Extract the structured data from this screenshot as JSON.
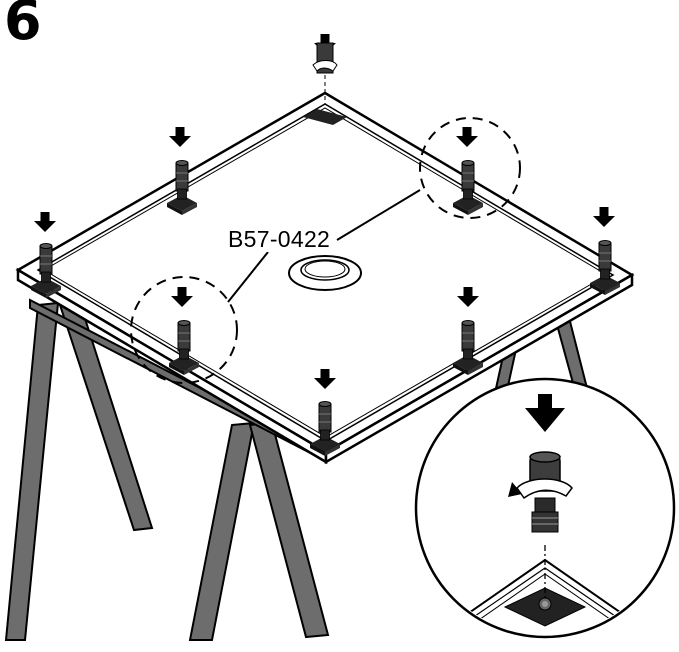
{
  "step": {
    "number": "6"
  },
  "callout": {
    "part_code": "B57-0422"
  },
  "colors": {
    "ink": "#000000",
    "frame_fill": "#ffffff",
    "leg_fill": "#6d6d6d",
    "foot_fill": "#2b2b2b",
    "highlight": "#9a9a9a"
  },
  "icons": [
    "down-arrow-icon",
    "rotate-screw-icon",
    "magnify-detail-circle"
  ],
  "figure": {
    "feet_count": 8,
    "highlighted_feet": 2
  }
}
